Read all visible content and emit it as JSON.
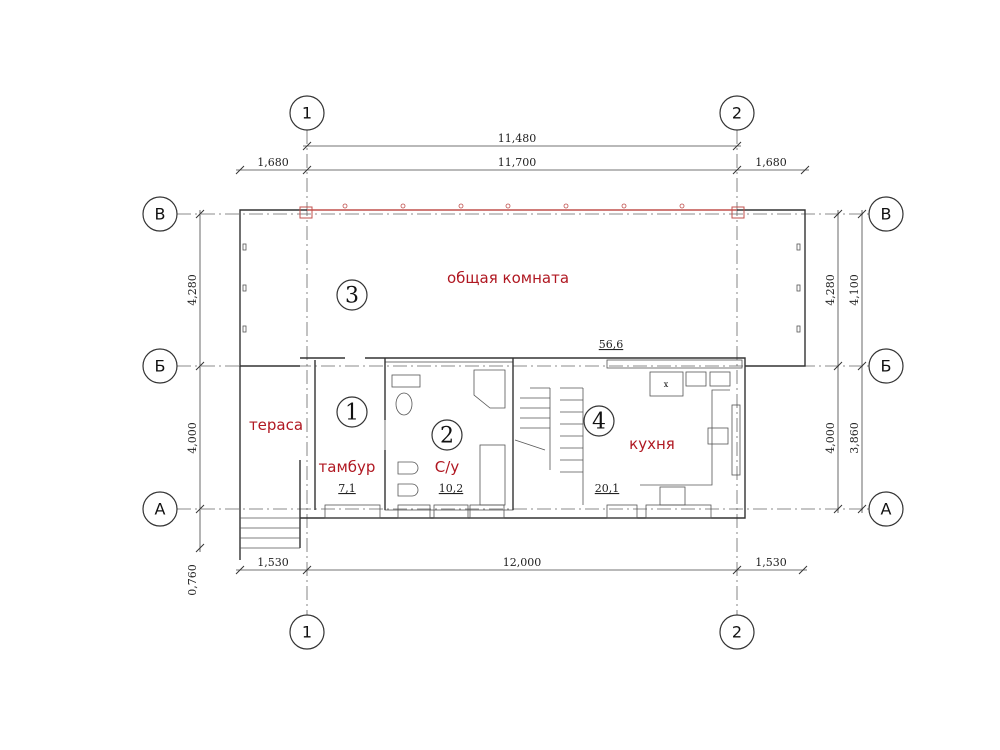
{
  "axes": {
    "vertical": [
      "1",
      "2"
    ],
    "horizontal": [
      "В",
      "Б",
      "А"
    ]
  },
  "dimensions": {
    "top_overall": "11,480",
    "top_left": "1,680",
    "top_middle": "11,700",
    "top_right": "1,680",
    "bottom_left": "1,530",
    "bottom_middle": "12,000",
    "bottom_right": "1,530",
    "left_upper": "4,280",
    "left_lower": "4,000",
    "left_porch": "0,760",
    "right_inner_upper": "4,280",
    "right_inner_lower": "4,000",
    "right_outer_upper": "4,100",
    "right_outer_lower": "3,860"
  },
  "rooms": [
    {
      "number": "1",
      "name": "тамбур",
      "area": "7,1"
    },
    {
      "number": "2",
      "name": "С/у",
      "area": "10,2"
    },
    {
      "number": "3",
      "name": "общая комната",
      "area": "56,6"
    },
    {
      "number": "4",
      "name": "кухня",
      "area": "20,1"
    }
  ],
  "terrace_label": "тераса",
  "stove_mark": "x",
  "colors": {
    "label": "#b01822",
    "glazing": "#c0504d"
  }
}
